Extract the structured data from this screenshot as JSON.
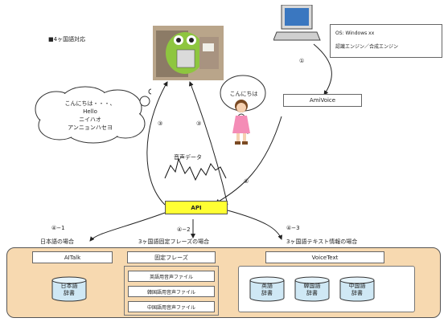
{
  "title": "■4ヶ国語対応",
  "pc_panel": {
    "line1": "OS: Windows xx",
    "line2": "認識エンジン／合成エンジン"
  },
  "cloud_left": {
    "lines": [
      "こんにちは・・・、",
      "Hello",
      "ニイハオ",
      "アンニョンハセヨ"
    ]
  },
  "cloud_girl": {
    "text": "こんにちは"
  },
  "amivoice_box": "AmiVoice",
  "api_box": "API",
  "audio_data_label": "音声データ",
  "step_labels": {
    "s1": "①",
    "s2": "②",
    "s3_left": "③",
    "s3_right": "③",
    "s4_1": "④−1",
    "s4_2": "④−2",
    "s4_3": "④−3"
  },
  "branches": {
    "left": "日本語の場合",
    "middle": "3ヶ国語固定フレーズの場合",
    "right": "3ヶ国語テキスト情報の場合"
  },
  "bottom": {
    "left_header": "AITalk",
    "left_db": [
      "日本語",
      "辞書"
    ],
    "middle_header": "固定フレーズ",
    "middle_items": [
      "英語用音声ファイル",
      "韓国語用音声ファイル",
      "中国語用音声ファイル"
    ],
    "right_header": "VoiceText",
    "right_dbs": [
      {
        "line1": "英語",
        "line2": "辞書"
      },
      {
        "line1": "韓国語",
        "line2": "辞書"
      },
      {
        "line1": "中国語",
        "line2": "辞書"
      }
    ]
  },
  "colors": {
    "panel_fill": "#f7d9b0",
    "db_fill": "#cfe8f5",
    "api_fill": "#ffff33",
    "robot_green": "#8ec63f"
  }
}
